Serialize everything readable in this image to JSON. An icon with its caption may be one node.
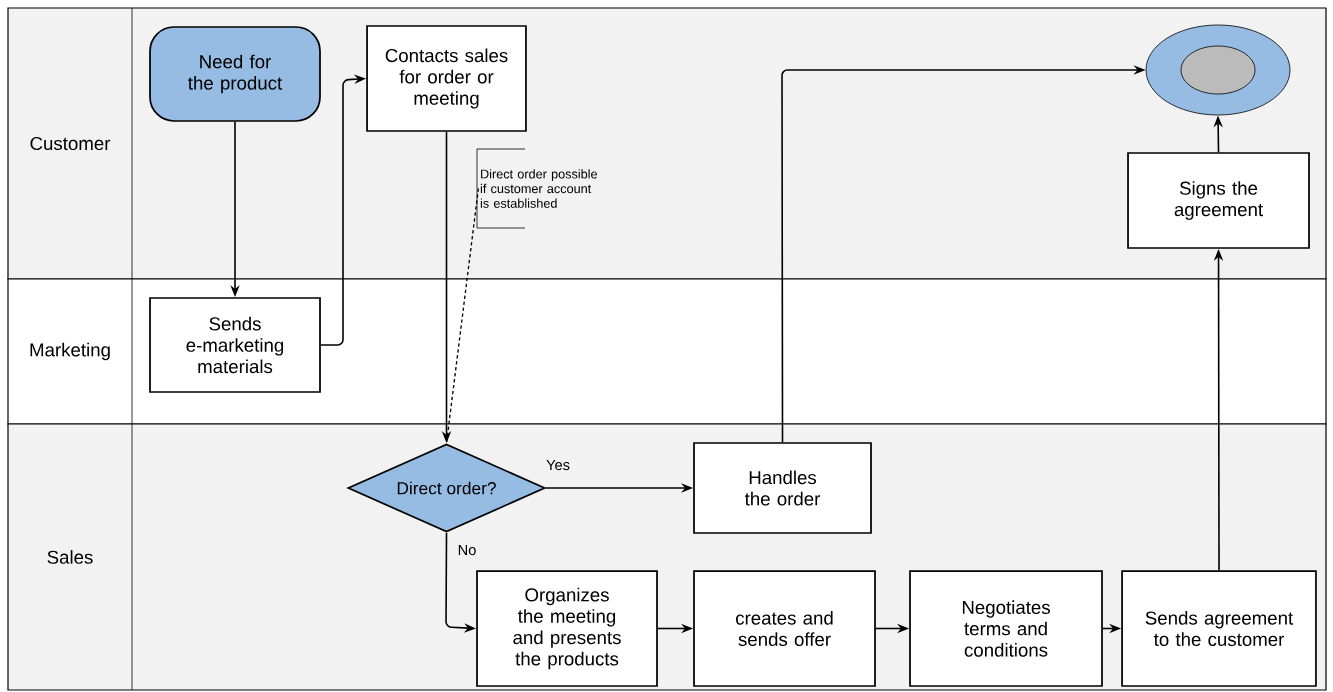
{
  "diagram": {
    "nodes": [
      {
        "text": [
          "Customer"
        ]
      },
      {
        "text": [
          "Marketing"
        ]
      },
      {
        "text": [
          "Sales"
        ]
      },
      {
        "text": [
          "Need for the product"
        ],
        "in": 0
      },
      {
        "text": [
          "Contacts sales for order or meeting"
        ],
        "in": 0
      },
      {
        "text": [
          "Direct order possible if customer account is established"
        ],
        "in": 0
      },
      {
        "text": [],
        "shape": "circle",
        "in": 0
      },
      {
        "text": [
          "Signs the agreement"
        ],
        "in": 0
      },
      {
        "text": [
          "Sends e-marketing materials"
        ],
        "in": 1
      },
      {
        "text": [
          "Direct order?"
        ],
        "in": 2
      },
      {
        "text": [
          "Handles the order"
        ],
        "in": 2
      },
      {
        "text": [
          "Organizes the meeting and presents the products"
        ],
        "in": 2
      },
      {
        "text": [
          "creates and sends offer"
        ],
        "in": 2
      },
      {
        "text": [
          "Negotiates terms and conditions"
        ],
        "in": 2
      },
      {
        "text": [
          "Sends agreement to the customer"
        ],
        "in": 2
      }
    ],
    "edges": [
      {
        "from": 3,
        "to": 8,
        "arrow": "to"
      },
      {
        "from": 8,
        "to": 4,
        "arrow": "to"
      },
      {
        "from": 4,
        "to": 9,
        "arrow": "to"
      },
      {
        "from": 5,
        "to": 9,
        "arrow": "none",
        "style": "dashed"
      },
      {
        "from": 9,
        "to": 10,
        "arrow": "to",
        "label": "Yes"
      },
      {
        "from": 9,
        "to": 11,
        "arrow": "to",
        "label": "No"
      },
      {
        "from": 10,
        "to": 6,
        "arrow": "to"
      },
      {
        "from": 11,
        "to": 12,
        "arrow": "to"
      },
      {
        "from": 12,
        "to": 13,
        "arrow": "to"
      },
      {
        "from": 13,
        "to": 14,
        "arrow": "to"
      },
      {
        "from": 14,
        "to": 7,
        "arrow": "to"
      },
      {
        "from": 7,
        "to": 6,
        "arrow": "to"
      }
    ]
  }
}
